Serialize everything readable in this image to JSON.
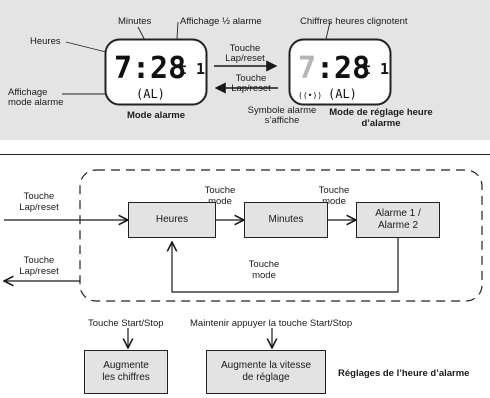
{
  "top_panel": {
    "label_heures": "Heures",
    "label_minutes": "Minutes",
    "label_affichage_demi": "Affichage ½ alarme",
    "label_affichage_mode": "Affichage mode alarme",
    "label_touche_lap_1": "Touche Lap/reset",
    "label_touche_lap_2": "Touche Lap/reset",
    "label_chiffres": "Chiffres heures clignotent",
    "label_symbole": "Symbole alarme s’affiche",
    "caption_left": "Mode alarme",
    "caption_right": "Mode de réglage heure d’alarme",
    "display_left": {
      "time_h": "7",
      "time_m": ":28",
      "suffix": "t 1",
      "sub": "(AL)"
    },
    "display_right": {
      "time_h": "7",
      "time_m": ":28",
      "suffix": "t 1",
      "sub": "(AL)",
      "symbol": "((•))"
    }
  },
  "flow": {
    "label_touche_in": "Touche Lap/reset",
    "label_touche_out": "Touche Lap/reset",
    "label_mode_1": "Touche mode",
    "label_mode_2": "Touche mode",
    "label_mode_back": "Touche mode",
    "box_heures": "Heures",
    "box_minutes": "Minutes",
    "box_alarme": "Alarme 1 / Alarme 2",
    "label_start_stop": "Touche Start/Stop",
    "label_maintenir": "Maintenir appuyer la touche Start/Stop",
    "box_augmente": "Augmente les chiffres",
    "box_vitesse": "Augmente la vitesse de réglage",
    "caption_reglages": "Réglages de l’heure d’alarme"
  }
}
